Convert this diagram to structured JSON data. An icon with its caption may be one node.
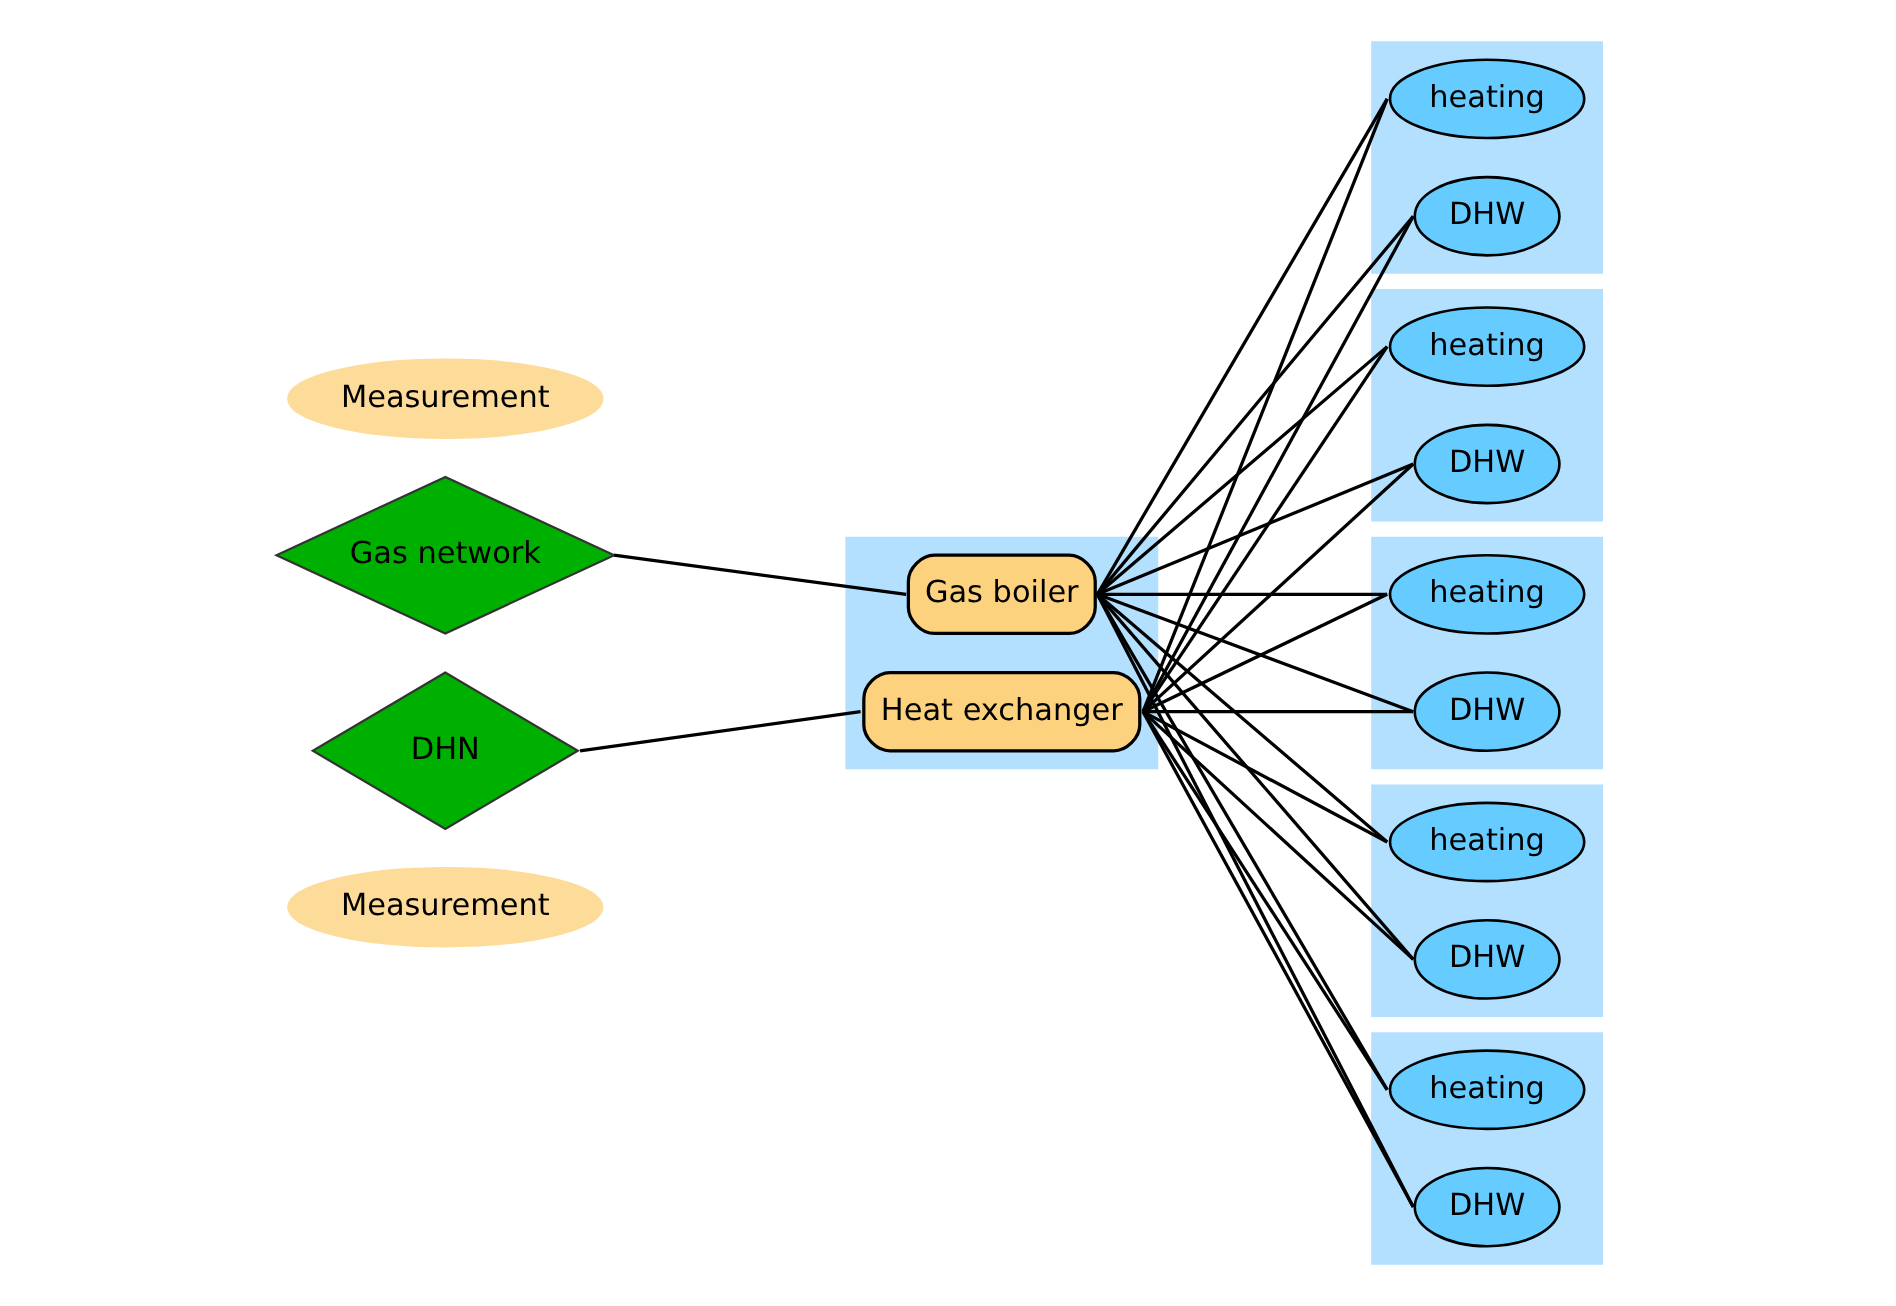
{
  "diagram": {
    "nodes": [
      {
        "text": [
          "Measurement"
        ]
      },
      {
        "text": [
          "Gas network"
        ]
      },
      {
        "text": [],
        "shape": "box"
      },
      {
        "text": [
          "Gas boiler"
        ],
        "in": 2
      },
      {
        "text": [
          "Measurement"
        ]
      },
      {
        "text": [
          "DHN"
        ]
      },
      {
        "text": [
          "Heat exchanger"
        ],
        "in": 2
      },
      {
        "text": [],
        "shape": "box"
      },
      {
        "text": [
          "heating"
        ],
        "in": 7
      },
      {
        "text": [
          "DHW"
        ],
        "in": 7
      },
      {
        "text": [],
        "shape": "box"
      },
      {
        "text": [
          "heating"
        ],
        "in": 10
      },
      {
        "text": [
          "DHW"
        ],
        "in": 10
      },
      {
        "text": [],
        "shape": "box"
      },
      {
        "text": [
          "heating"
        ],
        "in": 13
      },
      {
        "text": [
          "DHW"
        ],
        "in": 13
      },
      {
        "text": [],
        "shape": "box"
      },
      {
        "text": [
          "heating"
        ],
        "in": 16
      },
      {
        "text": [
          "DHW"
        ],
        "in": 16
      },
      {
        "text": [],
        "shape": "box"
      },
      {
        "text": [
          "heating"
        ],
        "in": 19
      },
      {
        "text": [
          "DHW"
        ],
        "in": 19
      }
    ],
    "edges": [
      {
        "from": 1,
        "to": 3,
        "arrow": "none"
      },
      {
        "from": 5,
        "to": 6,
        "arrow": "none"
      },
      {
        "from": 3,
        "to": 8,
        "arrow": "none"
      },
      {
        "from": 3,
        "to": 9,
        "arrow": "none"
      },
      {
        "from": 3,
        "to": 11,
        "arrow": "none"
      },
      {
        "from": 3,
        "to": 12,
        "arrow": "none"
      },
      {
        "from": 3,
        "to": 14,
        "arrow": "none"
      },
      {
        "from": 3,
        "to": 15,
        "arrow": "none"
      },
      {
        "from": 3,
        "to": 17,
        "arrow": "none"
      },
      {
        "from": 3,
        "to": 18,
        "arrow": "none"
      },
      {
        "from": 3,
        "to": 20,
        "arrow": "none"
      },
      {
        "from": 3,
        "to": 21,
        "arrow": "none"
      },
      {
        "from": 6,
        "to": 8,
        "arrow": "none"
      },
      {
        "from": 6,
        "to": 9,
        "arrow": "none"
      },
      {
        "from": 6,
        "to": 11,
        "arrow": "none"
      },
      {
        "from": 6,
        "to": 12,
        "arrow": "none"
      },
      {
        "from": 6,
        "to": 14,
        "arrow": "none"
      },
      {
        "from": 6,
        "to": 15,
        "arrow": "none"
      },
      {
        "from": 6,
        "to": 17,
        "arrow": "none"
      },
      {
        "from": 6,
        "to": 18,
        "arrow": "none"
      },
      {
        "from": 6,
        "to": 20,
        "arrow": "none"
      },
      {
        "from": 6,
        "to": 21,
        "arrow": "none"
      }
    ]
  }
}
